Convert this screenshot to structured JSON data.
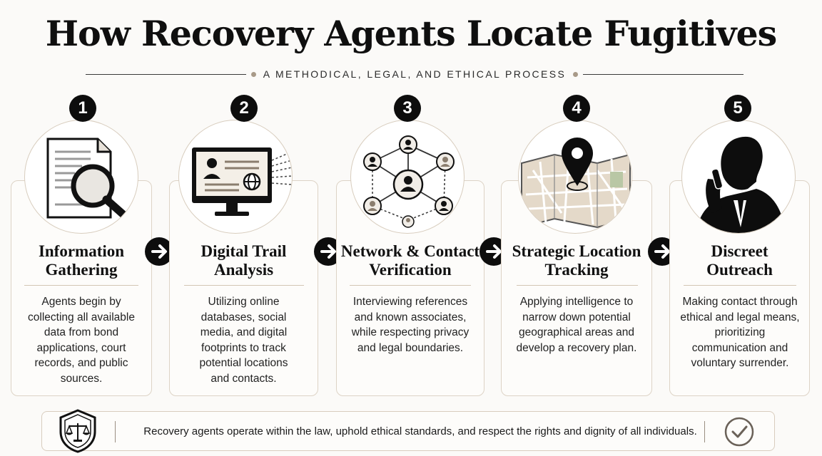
{
  "title": "How Recovery Agents Locate Fugitives",
  "subtitle": "A METHODICAL, LEGAL, AND ETHICAL PROCESS",
  "steps": [
    {
      "number": "1",
      "title_line1": "Information",
      "title_line2": "Gathering",
      "desc_lines": [
        "Agents begin by",
        "collecting all available",
        "data from bond",
        "applications, court",
        "records, and public",
        "sources."
      ],
      "icon": "document-magnifier-icon"
    },
    {
      "number": "2",
      "title_line1": "Digital Trail",
      "title_line2": "Analysis",
      "desc_lines": [
        "Utilizing online",
        "databases, social",
        "media, and digital",
        "footprints to track",
        "potential locations",
        "and contacts."
      ],
      "icon": "computer-monitor-icon"
    },
    {
      "number": "3",
      "title_line1": "Network & Contact",
      "title_line2": "Verification",
      "desc_lines": [
        "Interviewing references",
        "and known associates,",
        "while respecting privacy",
        "and legal boundaries."
      ],
      "icon": "network-icon"
    },
    {
      "number": "4",
      "title_line1": "Strategic Location",
      "title_line2": "Tracking",
      "desc_lines": [
        "Applying intelligence to",
        "narrow down potential",
        "geographical areas and",
        "develop a recovery plan."
      ],
      "icon": "map-pin-icon"
    },
    {
      "number": "5",
      "title_line1": "Discreet",
      "title_line2": "Outreach",
      "desc_lines": [
        "Making contact through",
        "ethical and legal means,",
        "prioritizing",
        "communication and",
        "voluntary surrender."
      ],
      "icon": "person-on-phone-icon"
    }
  ],
  "footer": {
    "text": "Recovery agents operate within the law, uphold ethical standards, and respect the rights and dignity of all individuals.",
    "left_icon": "shield-scales-icon",
    "right_icon": "checkmark-icon"
  },
  "colors": {
    "ink": "#0d0d0d",
    "accent": "#a89a88",
    "card_border": "#ddd3c6"
  }
}
